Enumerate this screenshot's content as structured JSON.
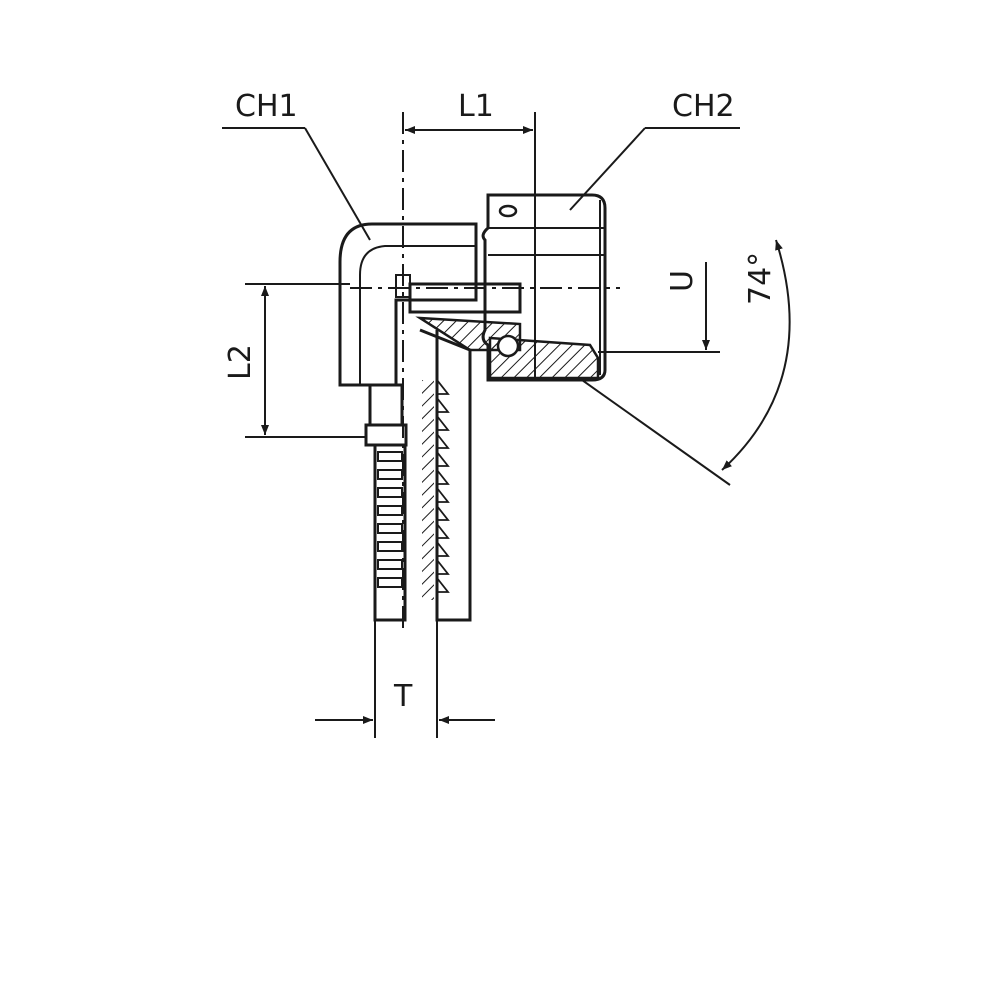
{
  "labels": {
    "ch1": "CH1",
    "ch2": "CH2",
    "l1": "L1",
    "l2": "L2",
    "u": "U",
    "t": "T",
    "angle": "74°"
  },
  "colors": {
    "line": "#1a1a1a",
    "background": "#ffffff"
  }
}
